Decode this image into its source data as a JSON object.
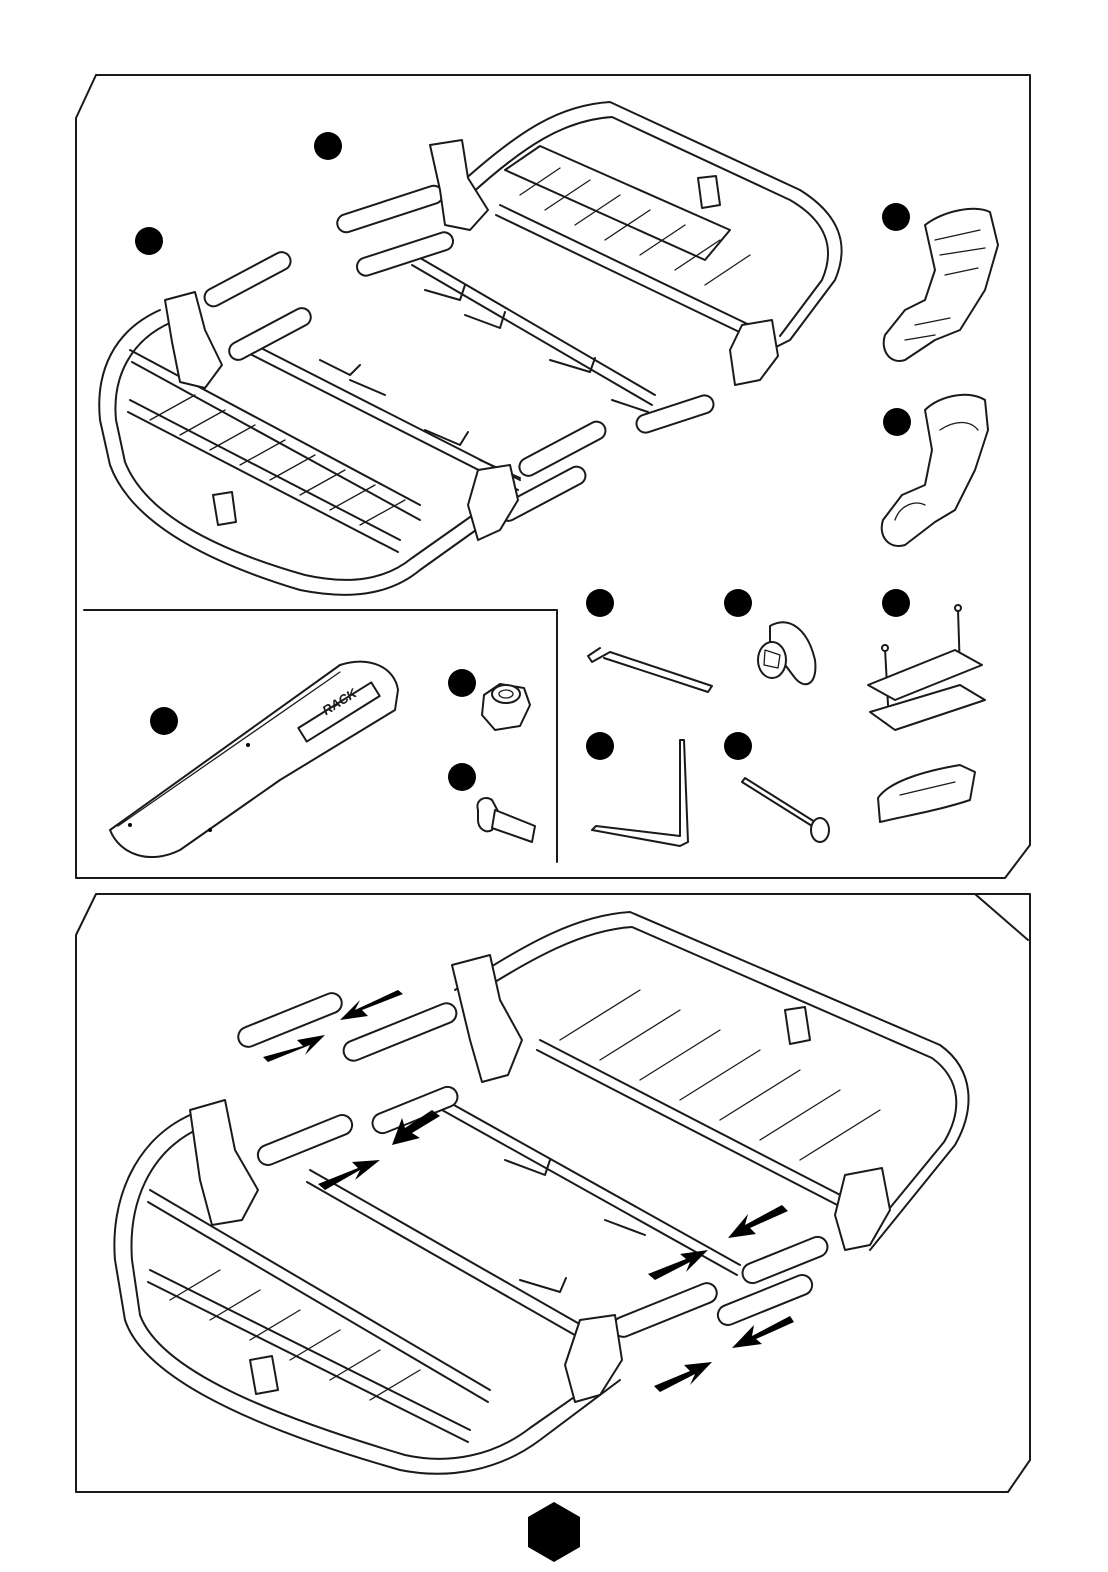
{
  "manual": {
    "panel_top": {
      "items": [
        {
          "id": "basket-half-a"
        },
        {
          "id": "basket-half-b"
        },
        {
          "id": "clamp-upper"
        },
        {
          "id": "clamp-lower"
        },
        {
          "id": "hex-key-small"
        },
        {
          "id": "knob"
        },
        {
          "id": "bolt-plate-set"
        },
        {
          "id": "hex-key-large"
        },
        {
          "id": "long-bolt"
        },
        {
          "id": "wind-fairing"
        },
        {
          "id": "lock-nut"
        },
        {
          "id": "carriage-bolt"
        }
      ],
      "fairing_logo": "RACK"
    },
    "panel_bottom": {
      "arrow_pairs": 4
    }
  }
}
